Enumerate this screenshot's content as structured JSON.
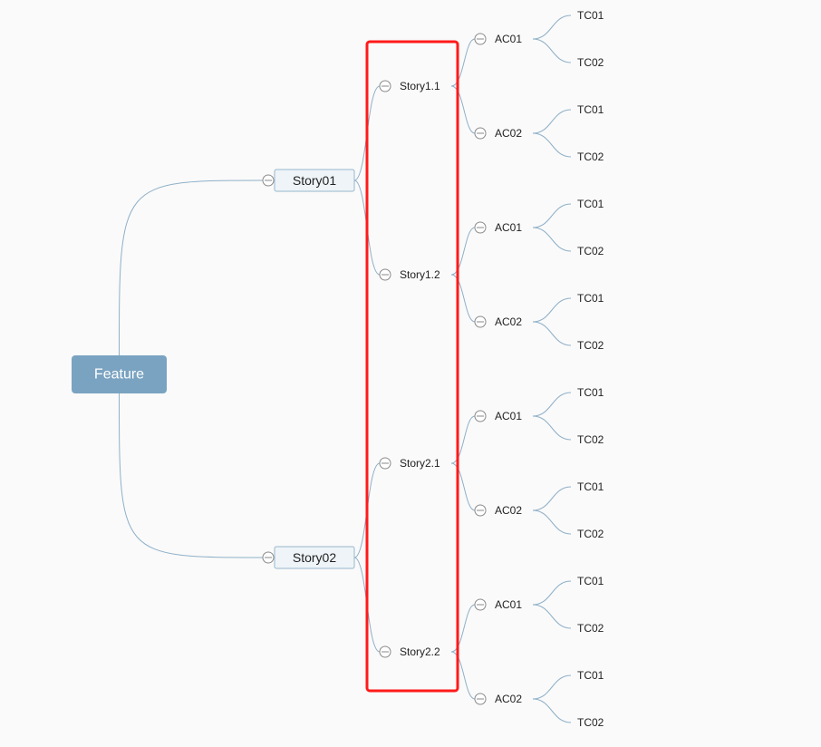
{
  "mindmap": {
    "root": {
      "label": "Feature",
      "stories": [
        {
          "label": "Story01",
          "substories": [
            {
              "label": "Story1.1",
              "acs": [
                {
                  "label": "AC01",
                  "tcs": [
                    "TC01",
                    "TC02"
                  ]
                },
                {
                  "label": "AC02",
                  "tcs": [
                    "TC01",
                    "TC02"
                  ]
                }
              ]
            },
            {
              "label": "Story1.2",
              "acs": [
                {
                  "label": "AC01",
                  "tcs": [
                    "TC01",
                    "TC02"
                  ]
                },
                {
                  "label": "AC02",
                  "tcs": [
                    "TC01",
                    "TC02"
                  ]
                }
              ]
            }
          ]
        },
        {
          "label": "Story02",
          "substories": [
            {
              "label": "Story2.1",
              "acs": [
                {
                  "label": "AC01",
                  "tcs": [
                    "TC01",
                    "TC02"
                  ]
                },
                {
                  "label": "AC02",
                  "tcs": [
                    "TC01",
                    "TC02"
                  ]
                }
              ]
            },
            {
              "label": "Story2.2",
              "acs": [
                {
                  "label": "AC01",
                  "tcs": [
                    "TC01",
                    "TC02"
                  ]
                },
                {
                  "label": "AC02",
                  "tcs": [
                    "TC01",
                    "TC02"
                  ]
                }
              ]
            }
          ]
        }
      ]
    },
    "colors": {
      "root_fill": "#7aa3c1",
      "story_fill": "#eef4f8",
      "story_border": "#98b7cc",
      "link": "#8fb0c8",
      "highlight": "#ff1a1a",
      "background": "#fafafa"
    },
    "highlight": {
      "target": "substories"
    },
    "icons": {
      "collapse": "collapse-minus-icon"
    }
  }
}
